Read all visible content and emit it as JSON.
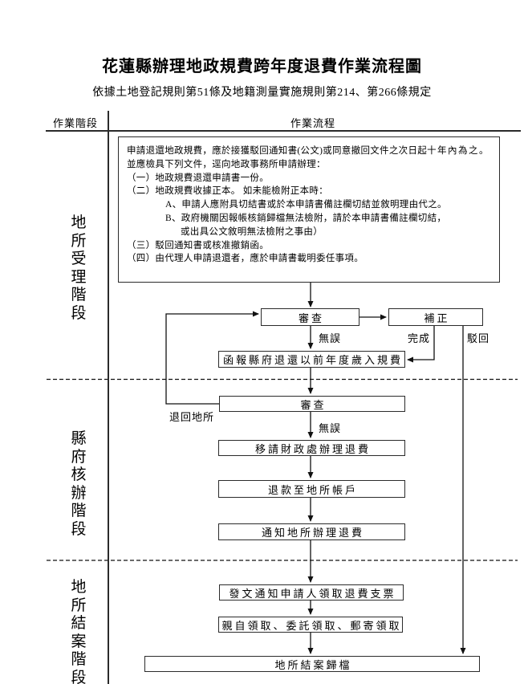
{
  "title": "花蓮縣辦理地政規費跨年度退費作業流程圖",
  "subtitle": "依據土地登記規則第51條及地籍測量實施規則第214、第266條規定",
  "table": {
    "stage_header": "作業階段",
    "flow_header": "作業流程"
  },
  "stages": [
    {
      "label": "地所受理階段"
    },
    {
      "label": "縣府核辦階段"
    },
    {
      "label": "地所結案階段"
    }
  ],
  "notice": {
    "lines": [
      {
        "pre": "申請退還地政規費，應於接獲駁回通知書(公文)或同意撤回文件之次日起",
        "em": "十年內為之。"
      },
      {
        "text": "並應檢具下列文件，逕向地政事務所申請辦理："
      },
      {
        "text": "（一）地政規費退還申請書一份。"
      },
      {
        "text": "（二）地政規費收據正本。 如未能檢附正本時："
      },
      {
        "text": "A、申請人應附具切結書或於本申請書備註欄切結並敘明理由代之。"
      },
      {
        "text": "B、政府機關因報帳核銷歸檔無法檢附，請於本申請書備註欄切結，"
      },
      {
        "text": "或出具公文敘明無法檢附之事由）"
      },
      {
        "text": "（三）駁回通知書或核准撤銷函。"
      },
      {
        "text": "（四）由代理人申請退還者，應於申請書載明委任事項。"
      }
    ]
  },
  "boxes": {
    "review1": "審查",
    "correction": "補正",
    "report": "函報縣府退還以前年度歲入規費",
    "review2": "審查",
    "transfer": "移請財政處辦理退費",
    "refund": "退款至地所帳戶",
    "notify": "通知地所辦理退費",
    "issue": "發文通知申請人領取退費支票",
    "pickup": "親自領取、委託領取、郵寄領取",
    "archive": "地所結案歸檔"
  },
  "edge_labels": {
    "no_error_1": "無誤",
    "complete": "完成",
    "reject": "駁回",
    "return_to_office": "退回地所",
    "no_error_2": "無誤"
  },
  "colors": {
    "line": "#2b2b2b",
    "text": "#000000",
    "background": "#ffffff"
  }
}
